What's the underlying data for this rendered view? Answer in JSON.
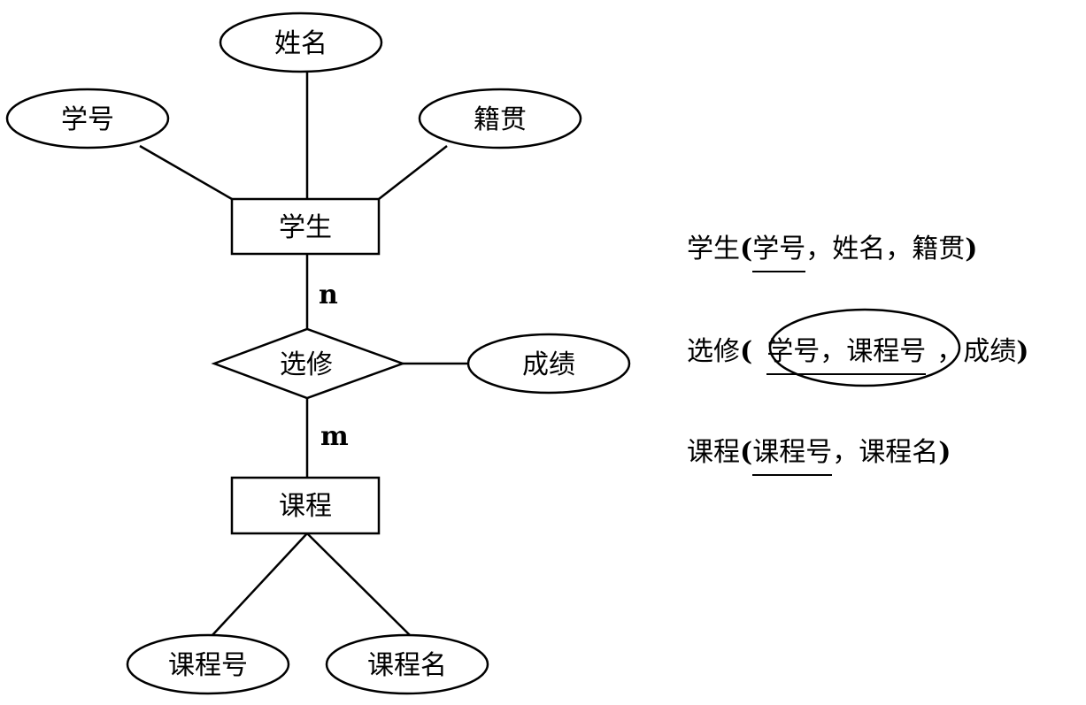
{
  "entities": {
    "student": "学生",
    "course": "课程"
  },
  "relationship": {
    "label": "选修",
    "card_student": "n",
    "card_course": "m"
  },
  "attributes": {
    "student_id": "学号",
    "name": "姓名",
    "hometown": "籍贯",
    "grade": "成绩",
    "course_id": "课程号",
    "course_name": "课程名"
  },
  "schemas": {
    "student": {
      "name": "学生",
      "open": "(",
      "key": "学号",
      "rest": "，姓名，籍贯",
      "close": ")"
    },
    "enroll": {
      "name": "选修",
      "open": "(",
      "key": "学号，课程号",
      "rest": "，成绩",
      "close": ")"
    },
    "course": {
      "name": "课程",
      "open": "(",
      "key": "课程号",
      "rest": "，课程名",
      "close": ")"
    }
  }
}
